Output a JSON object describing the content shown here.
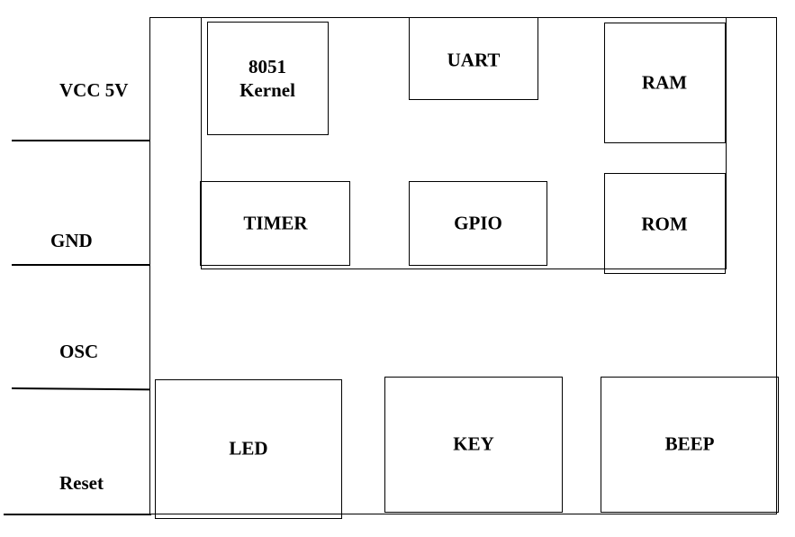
{
  "pins": [
    {
      "id": "vcc",
      "label": "VCC 5V"
    },
    {
      "id": "gnd",
      "label": "GND"
    },
    {
      "id": "osc",
      "label": "OSC"
    },
    {
      "id": "reset",
      "label": "Reset"
    }
  ],
  "blocks": {
    "kernel": {
      "line1": "8051",
      "line2": "Kernel"
    },
    "uart": "UART",
    "ram": "RAM",
    "timer": "TIMER",
    "gpio": "GPIO",
    "rom": "ROM",
    "led": "LED",
    "key": "KEY",
    "beep": "BEEP"
  }
}
